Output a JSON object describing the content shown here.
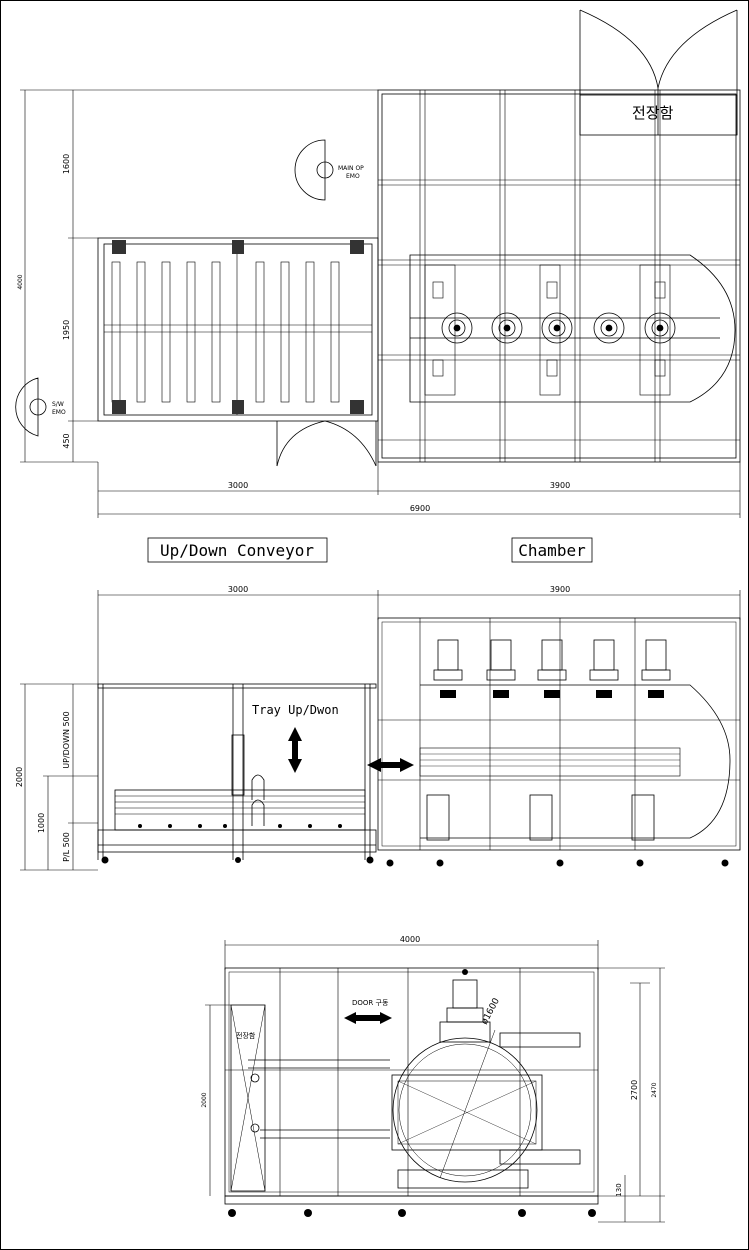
{
  "top_view": {
    "dims_vertical": [
      "1600",
      "1950",
      "450"
    ],
    "dim_total_vertical": "4000",
    "dims_horizontal": [
      "3000",
      "3900"
    ],
    "dim_total_horizontal": "6900",
    "main_emo_label": [
      "MAIN OP",
      "EMO"
    ],
    "sw_emo_label": [
      "S/W",
      "EMO"
    ],
    "panel_label": "전장함"
  },
  "titles": {
    "conveyor": "Up/Down Conveyor",
    "chamber": "Chamber"
  },
  "side_view": {
    "dim_conveyor": "3000",
    "dim_chamber": "3900",
    "dim_height_total": "2000",
    "dim_updown": "UP/DOWN 500",
    "dim_1000": "1000",
    "dim_pl": "P/L 500",
    "tray_label": "Tray Up/Dwon"
  },
  "front_view": {
    "dim_width": "4000",
    "dim_2700": "2700",
    "dim_2470": "2470",
    "dim_130": "130",
    "dim_2000": "2000",
    "door_label": "DOOR 구동",
    "diameter_label": "ø1600",
    "panel_label": "전장함"
  }
}
